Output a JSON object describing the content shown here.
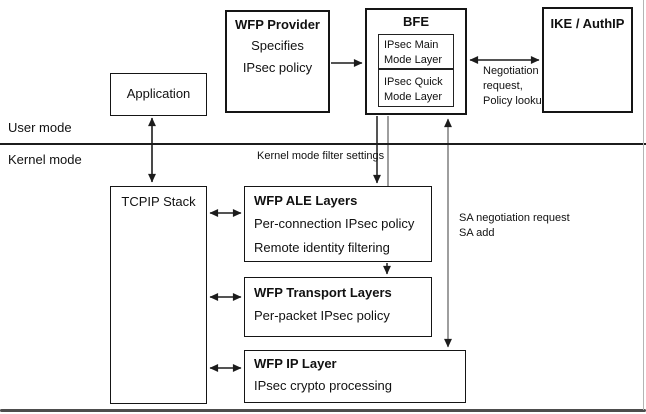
{
  "mode_labels": {
    "user_mode": "User mode",
    "kernel_mode": "Kernel mode"
  },
  "annotations": {
    "kernel_filter_settings": "Kernel mode filter settings",
    "negotiation": {
      "line1": "Negotiation",
      "line2": "request,",
      "line3": "Policy lookup"
    },
    "sa": {
      "line1": "SA negotiation request",
      "line2": "SA add"
    }
  },
  "boxes": {
    "application": {
      "title": "Application"
    },
    "wfp_provider": {
      "title": "WFP Provider",
      "line1": "Specifies",
      "line2": "IPsec policy"
    },
    "bfe": {
      "title": "BFE",
      "main_mode": {
        "line1": "IPsec Main",
        "line2": "Mode Layer"
      },
      "quick_mode": {
        "line1": "IPsec Quick",
        "line2": "Mode Layer"
      }
    },
    "ike": {
      "title": "IKE / AuthIP"
    },
    "tcpip": {
      "title": "TCPIP Stack"
    },
    "ale": {
      "title": "WFP ALE Layers",
      "line1": "Per-connection IPsec policy",
      "line2": "Remote identity filtering"
    },
    "transport": {
      "title": "WFP Transport Layers",
      "line1": "Per-packet IPsec policy"
    },
    "ip": {
      "title": "WFP IP Layer",
      "line1": "IPsec crypto processing"
    }
  },
  "colors": {
    "box_border": "#151515",
    "guide_line_gray": "#757575",
    "arrow_black": "#1c1c1c",
    "page_edge_gray": "#b4b4b4",
    "bottom_rule_gray": "#4d4d4d"
  }
}
